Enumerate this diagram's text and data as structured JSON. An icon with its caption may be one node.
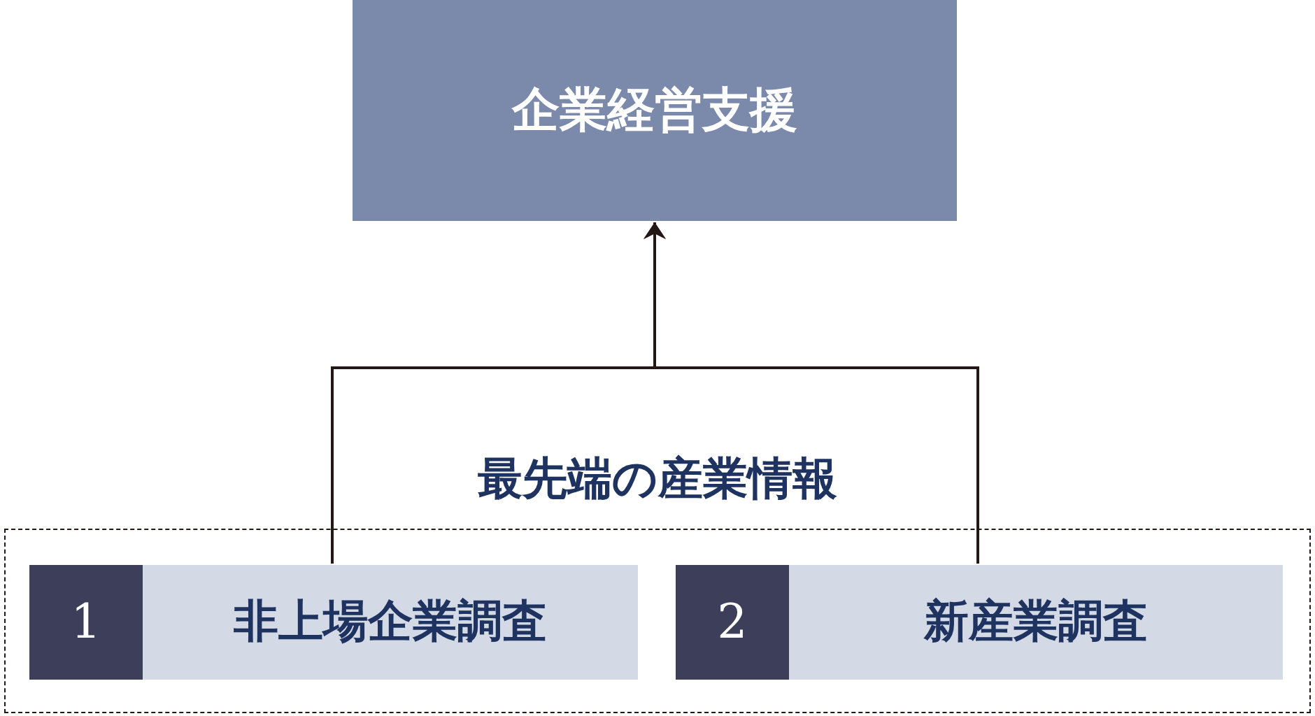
{
  "diagram": {
    "nodes": [
      {
        "text": [
          "企業経営支援"
        ]
      },
      {
        "text": [],
        "shape": "box"
      },
      {
        "text": [
          "1",
          "非上場企業調査"
        ],
        "in": 1
      },
      {
        "text": [
          "2",
          "新産業調査"
        ],
        "in": 1
      }
    ],
    "edges": [
      {
        "from": 2,
        "to": 0,
        "arrow": "to"
      },
      {
        "from": 3,
        "to": 0,
        "arrow": "to"
      }
    ],
    "labels": [
      "最先端の産業情報"
    ]
  }
}
